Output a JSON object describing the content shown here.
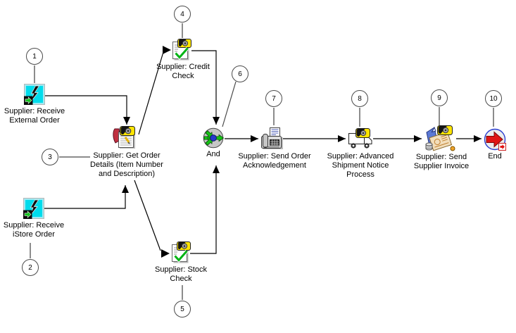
{
  "diagram": {
    "background": "#ffffff",
    "nodes": [
      {
        "id": "receive-external-order",
        "label": "Supplier: Receive\nExternal Order",
        "icon": "lightning-receive-icon"
      },
      {
        "id": "receive-istore-order",
        "label": "Supplier: Receive\niStore Order",
        "icon": "lightning-receive-icon"
      },
      {
        "id": "get-order-details",
        "label": "Supplier: Get Order\nDetails (Item Number\nand Description)",
        "icon": "notepad-function-icon"
      },
      {
        "id": "credit-check",
        "label": "Supplier: Credit\nCheck",
        "icon": "document-check-icon"
      },
      {
        "id": "stock-check",
        "label": "Supplier: Stock\nCheck",
        "icon": "document-check-icon"
      },
      {
        "id": "and-join",
        "label": "And",
        "icon": "and-join-icon"
      },
      {
        "id": "send-order-acknowledgement",
        "label": "Supplier: Send Order\nAcknowledgement",
        "icon": "fax-icon"
      },
      {
        "id": "advanced-shipment-notice",
        "label": "Supplier: Advanced\nShipment Notice\nProcess",
        "icon": "truck-icon"
      },
      {
        "id": "send-supplier-invoice",
        "label": "Supplier: Send\nSupplier Invoice",
        "icon": "invoice-icon"
      },
      {
        "id": "end",
        "label": "End",
        "icon": "end-icon"
      }
    ],
    "callouts": [
      "1",
      "2",
      "3",
      "4",
      "5",
      "6",
      "7",
      "8",
      "9",
      "10"
    ],
    "edges": [
      "receive-external-order -> get-order-details",
      "receive-istore-order -> get-order-details",
      "get-order-details -> credit-check",
      "get-order-details -> stock-check",
      "credit-check -> and-join",
      "stock-check -> and-join",
      "and-join -> send-order-acknowledgement",
      "send-order-acknowledgement -> advanced-shipment-notice",
      "advanced-shipment-notice -> send-supplier-invoice",
      "send-supplier-invoice -> end"
    ],
    "colors": {
      "receive_icon_cyan": "#00dcec",
      "badge_yellow": "#ffe500",
      "arrow_green": "#14c114",
      "and_node_gray": "#c6c6c6",
      "and_center_blue": "#2438cc",
      "check_green": "#00b414",
      "end_arrow_red": "#e01414",
      "connector_black": "#000000",
      "callout_stem_gray": "#8c8c8c"
    }
  }
}
